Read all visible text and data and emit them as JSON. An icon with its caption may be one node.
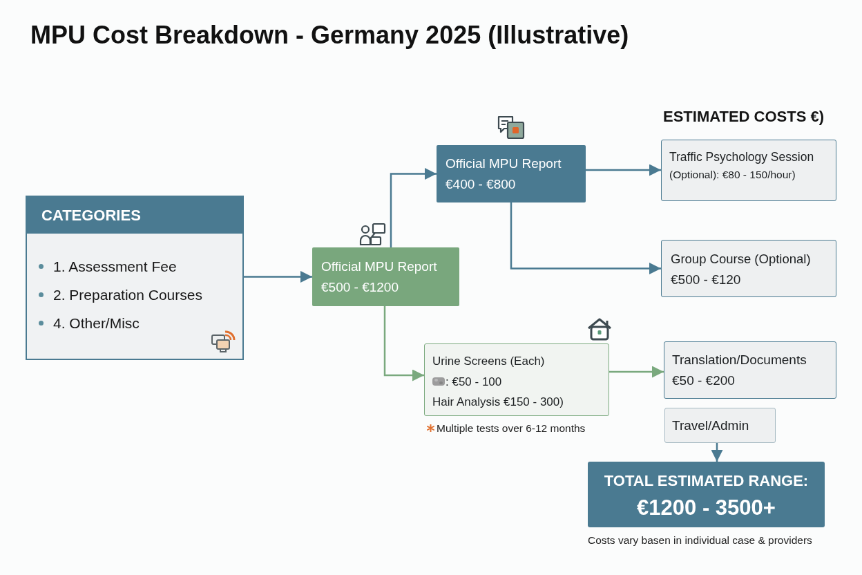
{
  "diagram": {
    "title": "MPU Cost Breakdown - Germany 2025 (Illustrative)",
    "nodes": [
      {
        "text": [
          "CATEGORIES",
          "1. Assessment Fee",
          "2. Preparation Courses",
          "4. Other/Misc"
        ]
      },
      {
        "text": [
          "Official MPU Report",
          "€500 - €1200"
        ]
      },
      {
        "text": [
          "Official MPU Report",
          "€400 - €800"
        ]
      },
      {
        "text": [
          "Traffic Psychology Session",
          "(Optional): €80 - 150/hour)"
        ]
      },
      {
        "text": [
          "Group Course (Optional)",
          "€500 - €120"
        ]
      },
      {
        "text": [
          "Urine Screens (Each)",
          ": €50 - 100",
          "Hair Analysis €150 - 300)"
        ],
        "beside": [
          "Multiple tests over 6-12 months"
        ]
      },
      {
        "text": [
          "Translation/Documents",
          "€50 - €200"
        ]
      },
      {
        "text": [
          "Travel/Admin"
        ]
      },
      {
        "text": [
          "TOTAL ESTIMATED RANGE:",
          "€1200 - 3500+"
        ],
        "beside": [
          "Costs vary basen in individual case & providers"
        ]
      }
    ],
    "edges": [
      {
        "from": 0,
        "to": 1,
        "arrow": "to"
      },
      {
        "from": 1,
        "to": 2,
        "arrow": "to"
      },
      {
        "from": 2,
        "to": 3,
        "arrow": "to"
      },
      {
        "from": 2,
        "to": 4,
        "arrow": "to"
      },
      {
        "from": 1,
        "to": 5,
        "arrow": "to",
        "color": "#7aa97e"
      },
      {
        "from": 5,
        "to": 6,
        "arrow": "to",
        "color": "#7aa97e"
      },
      {
        "from": 7,
        "to": 8,
        "arrow": "to"
      }
    ],
    "labels": [
      "ESTIMATED COSTS €)"
    ]
  }
}
